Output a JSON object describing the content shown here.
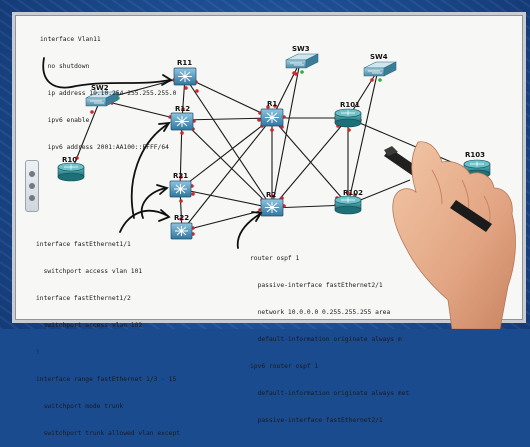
{
  "code_top": [
    "interface Vlan11",
    "  no shutdown",
    "  ip address 10.10.254 255.255.255.0",
    "  ipv6 enable",
    "  ipv6 address 2001:AA100::FFFF/64"
  ],
  "code_bottom_left": [
    "interface fastEthernet1/1",
    "  switchport access vlan 101",
    "interface fastEthernet1/2",
    "  switchport access vlan 102",
    "!",
    "interface range fastEthernet 1/3 - 15",
    "  switchport mode trunk",
    "  switchport trunk allowed vlan except"
  ],
  "code_bottom_right": [
    "router ospf 1",
    "  passive-interface fastEthernet2/1",
    "  network 10.0.0.0 0.255.255.255 area",
    "  default-information originate always m",
    "ipv6 router ospf 1",
    "  default-information originate always met",
    "  passive-interface fastEthernet2/1"
  ],
  "devices": {
    "sw2": "SW2",
    "sw3": "SW3",
    "sw4": "SW4",
    "r11": "R11",
    "r12": "R12",
    "r1": "R1",
    "r101": "R101",
    "r102": "R102",
    "r103": "R103",
    "r10": "R10",
    "r21": "R21",
    "r22": "R22",
    "r2": "R2"
  },
  "colors": {
    "background": "#1b4b8f",
    "board": "#f7f8f6",
    "link": "#1a1a1a",
    "port_dot": "#d0282a",
    "port_dot_green": "#2fae3a",
    "router": "#2a8a92",
    "l3switch": "#4b95b9",
    "ink": "#101010"
  }
}
